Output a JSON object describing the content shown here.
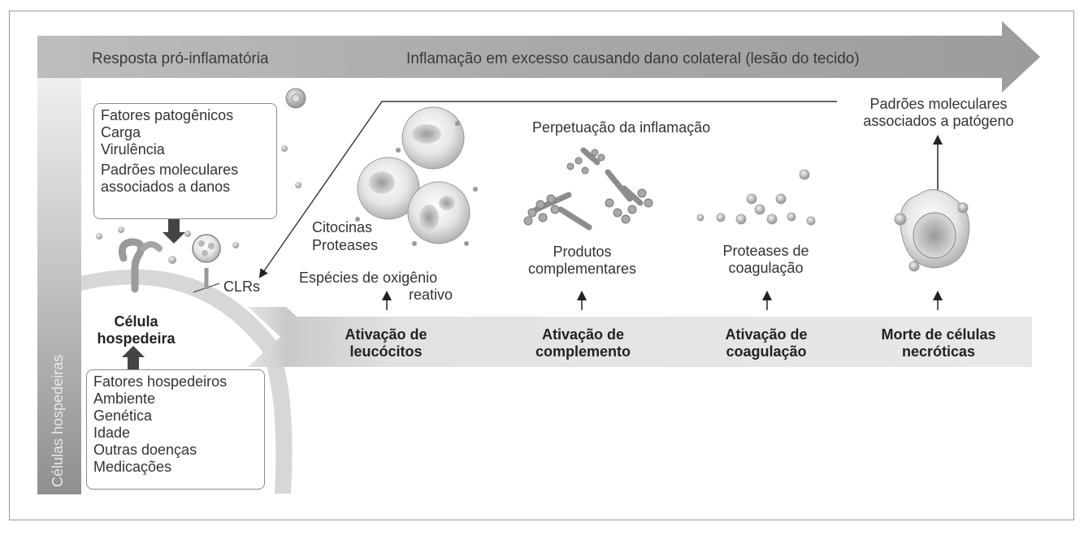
{
  "header": {
    "left_label": "Resposta pró-inflamatória",
    "right_label": "Inflamação em excesso causando dano colateral (lesão do tecido)"
  },
  "side_label": "Células hospedeiras",
  "pathogen_box": [
    "Fatores patogênicos",
    "Carga",
    "Virulência",
    "Padrões moleculares",
    "associados a danos"
  ],
  "host_box": [
    "Fatores hospedeiros",
    "Ambiente",
    "Genética",
    "Idade",
    "Outras doenças",
    "Medicações"
  ],
  "host_cell": [
    "Célula",
    "hospedeira"
  ],
  "clrs": "CLRs",
  "pamp_label": [
    "Padrões moleculares",
    "associados a patógeno"
  ],
  "perpetuation": "Perpetuação da inflamação",
  "leukocyte_products": [
    "Citocinas",
    "Proteases",
    "Espécies de oxigênio",
    "reativo"
  ],
  "complement_products": [
    "Produtos",
    "complementares"
  ],
  "coagulation_products": [
    "Proteases de",
    "coagulação"
  ],
  "stages": [
    [
      "Ativação de",
      "leucócitos"
    ],
    [
      "Ativação de",
      "complemento"
    ],
    [
      "Ativação de",
      "coagulação"
    ],
    [
      "Morte de células",
      "necróticas"
    ]
  ]
}
